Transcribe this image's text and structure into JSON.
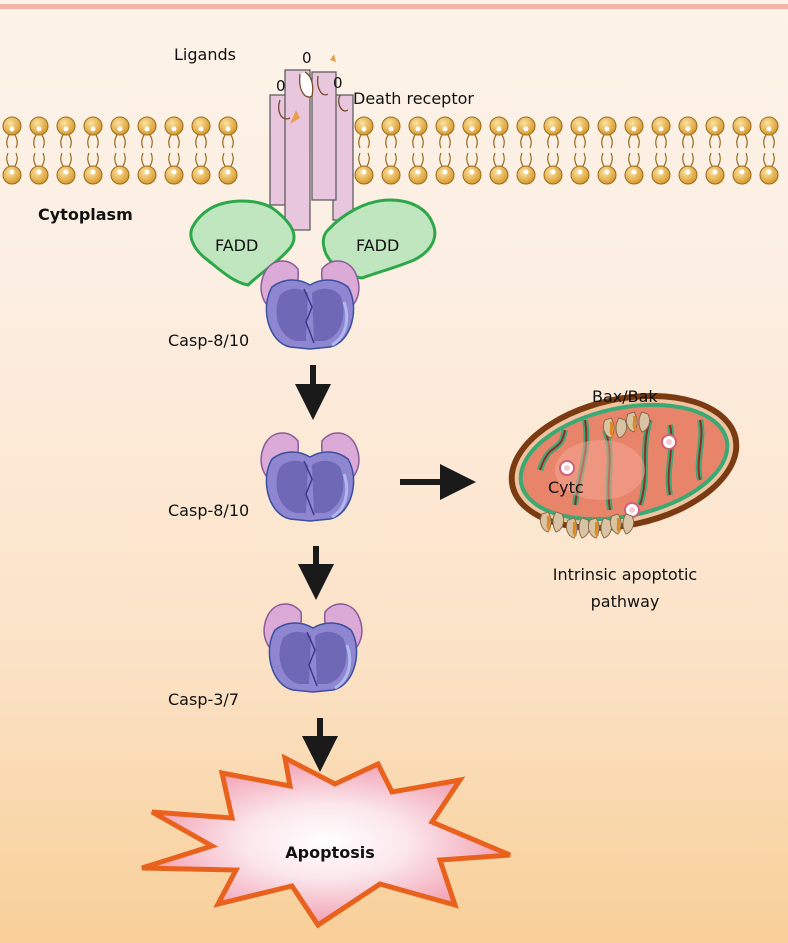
{
  "labels": {
    "ligands": "Ligands",
    "death_receptor": "Death receptor",
    "cytoplasm": "Cytoplasm",
    "fadd_left": "FADD",
    "fadd_right": "FADD",
    "casp_8_10_a": "Casp-8/10",
    "casp_8_10_b": "Casp-8/10",
    "casp_3_7": "Casp-3/7",
    "bax_bak": "Bax/Bak",
    "cytc": "Cytc",
    "intrinsic_line1": "Intrinsic apoptotic",
    "intrinsic_line2": "pathway",
    "apoptosis": "Apoptosis",
    "ligand_mark_1": "0",
    "ligand_mark_2": "0",
    "ligand_mark_3": "0"
  },
  "colors": {
    "lipid_head": "#e0ab3c",
    "lipid_outline": "#9a6a1c",
    "receptor": "#e8c6de",
    "fadd_fill": "#bfe6bf",
    "fadd_stroke": "#2ca84a",
    "caspase_pink": "#dcaad6",
    "caspase_purple": "#6f68b6",
    "mito_outer": "#7a3a12",
    "mito_inner": "#e8846a",
    "apoptosis_stroke": "#e8621e",
    "apoptosis_fill": "#f4a6b4",
    "arrow": "#1a1a1a"
  }
}
